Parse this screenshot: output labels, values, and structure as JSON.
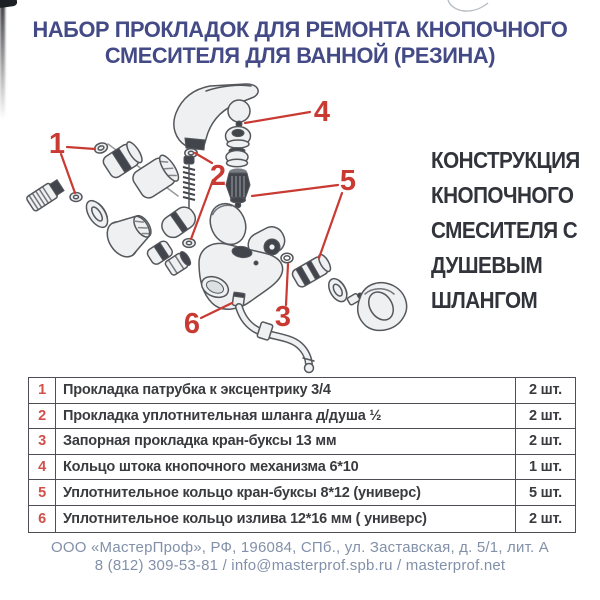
{
  "header": {
    "title_line1": "НАБОР ПРОКЛАДОК ДЛЯ РЕМОНТА КНОПОЧНОГО",
    "title_line2": "СМЕСИТЕЛЯ ДЛЯ ВАННОЙ  (РЕЗИНА)"
  },
  "side_caption": {
    "lines": [
      "КОНСТРУКЦИЯ",
      "КНОПОЧНОГО",
      "СМЕСИТЕЛЯ С",
      "ДУШЕВЫМ",
      "ШЛАНГОМ"
    ]
  },
  "diagram": {
    "description": "exploded-view of push-button bath mixer with shower hose",
    "callout_labels": [
      "1",
      "2",
      "3",
      "4",
      "5",
      "6"
    ]
  },
  "parts_table": {
    "rows": [
      {
        "num": "1",
        "desc": "Прокладка патрубка к эксцентрику 3/4",
        "qty": "2 шт."
      },
      {
        "num": "2",
        "desc": "Прокладка уплотнительная шланга д/душа ½",
        "qty": "2 шт."
      },
      {
        "num": "3",
        "desc": "Запорная прокладка кран-буксы 13 мм",
        "qty": "2 шт."
      },
      {
        "num": "4",
        "desc": "Кольцо штока кнопочного механизма 6*10",
        "qty": "1 шт."
      },
      {
        "num": "5",
        "desc": "Уплотнительное кольцо кран-буксы 8*12  (универс)",
        "qty": "5 шт."
      },
      {
        "num": "6",
        "desc": "Уплотнительное кольцо излива  12*16 мм ( универс)",
        "qty": "2 шт."
      }
    ]
  },
  "footer": {
    "line1": "ООО «МастерПроф», РФ, 196084, СПб., ул. Заставская, д. 5/1, лит. А",
    "line2": "8 (812) 309-53-81 / info@masterprof.spb.ru / masterprof.net"
  },
  "colors": {
    "title_blue": "#434a86",
    "callout_red": "#c93a33",
    "table_text": "#3a3b3e",
    "footer_text": "#8390a9"
  }
}
